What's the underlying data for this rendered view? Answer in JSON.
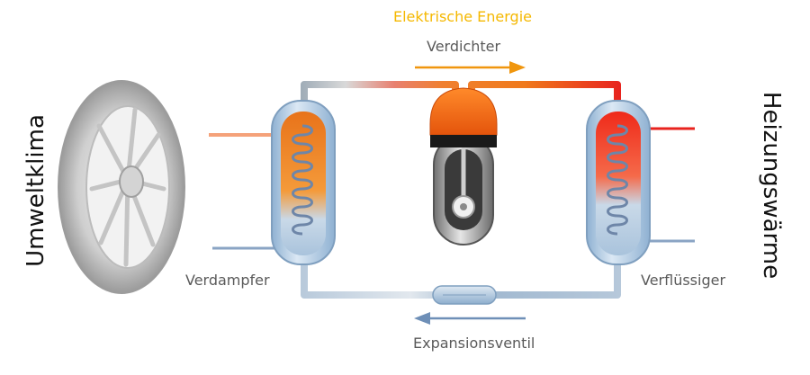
{
  "labels": {
    "electric_energy": "Elektrische Energie",
    "compressor": "Verdichter",
    "evaporator": "Verdampfer",
    "condenser": "Verflüssiger",
    "expansion_valve": "Expansionsventil",
    "ambient": "Umweltklima",
    "heating": "Heizungswärme"
  },
  "colors": {
    "energy_text": "#f5b800",
    "label_text": "#5a5a5a",
    "hot_red": "#e8231e",
    "warm_orange": "#f07a1c",
    "cold_blue": "#8aaccc",
    "pipe_grey": "#b5c4d2"
  }
}
